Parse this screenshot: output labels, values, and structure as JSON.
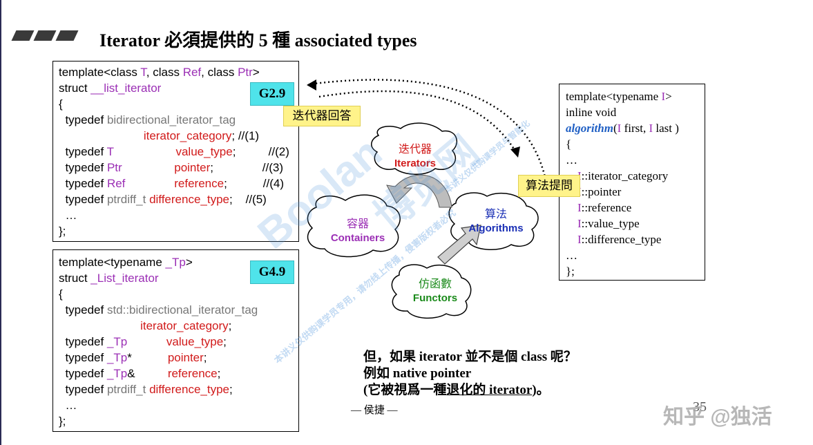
{
  "slide": {
    "title": "Iterator 必須提供的 5 種 associated types",
    "page_num": "35"
  },
  "box_g29": {
    "badge": "G2.9",
    "lines": [
      [
        [
          "k",
          "template<class "
        ],
        [
          "p",
          "T"
        ],
        [
          "k",
          ", class "
        ],
        [
          "p",
          "Ref"
        ],
        [
          "k",
          ", class "
        ],
        [
          "p",
          "Ptr"
        ],
        [
          "k",
          ">"
        ]
      ],
      [
        [
          "k",
          "struct "
        ],
        [
          "p",
          "__list_iterator"
        ]
      ],
      [
        [
          "k",
          "{"
        ]
      ],
      [
        [
          "k",
          "  typedef "
        ],
        [
          "g",
          "bidirectional_iterator_tag"
        ]
      ],
      [
        [
          "k",
          "                          "
        ],
        [
          "r",
          "iterator_category"
        ],
        [
          "k",
          "; //(1)"
        ]
      ],
      [
        [
          "k",
          "  typedef "
        ],
        [
          "p",
          "T"
        ],
        [
          "k",
          "                   "
        ],
        [
          "r",
          "value_type"
        ],
        [
          "k",
          ";          //(2)"
        ]
      ],
      [
        [
          "k",
          "  typedef "
        ],
        [
          "p",
          "Ptr"
        ],
        [
          "k",
          "                "
        ],
        [
          "r",
          "pointer"
        ],
        [
          "k",
          ";               //(3)"
        ]
      ],
      [
        [
          "k",
          "  typedef "
        ],
        [
          "p",
          "Ref"
        ],
        [
          "k",
          "               "
        ],
        [
          "r",
          "reference"
        ],
        [
          "k",
          ";           //(4)"
        ]
      ],
      [
        [
          "k",
          "  typedef "
        ],
        [
          "g",
          "ptrdiff_t"
        ],
        [
          "k",
          " "
        ],
        [
          "r",
          "difference_type"
        ],
        [
          "k",
          ";    //(5)"
        ]
      ],
      [
        [
          "k",
          "  …"
        ]
      ],
      [
        [
          "k",
          "};"
        ]
      ]
    ]
  },
  "box_g49": {
    "badge": "G4.9",
    "lines": [
      [
        [
          "k",
          "template<typename "
        ],
        [
          "p",
          "_Tp"
        ],
        [
          "k",
          ">"
        ]
      ],
      [
        [
          "k",
          "struct "
        ],
        [
          "p",
          "_List_iterator"
        ]
      ],
      [
        [
          "k",
          "{"
        ]
      ],
      [
        [
          "k",
          "  typedef "
        ],
        [
          "g",
          "std::bidirectional_iterator_tag"
        ]
      ],
      [
        [
          "k",
          "                         "
        ],
        [
          "r",
          "iterator_category"
        ],
        [
          "k",
          ";"
        ]
      ],
      [
        [
          "k",
          "  typedef "
        ],
        [
          "p",
          "_Tp"
        ],
        [
          "k",
          "            "
        ],
        [
          "r",
          "value_type"
        ],
        [
          "k",
          ";"
        ]
      ],
      [
        [
          "k",
          "  typedef "
        ],
        [
          "p",
          "_Tp"
        ],
        [
          "k",
          "*           "
        ],
        [
          "r",
          "pointer"
        ],
        [
          "k",
          ";"
        ]
      ],
      [
        [
          "k",
          "  typedef "
        ],
        [
          "p",
          "_Tp"
        ],
        [
          "k",
          "&          "
        ],
        [
          "r",
          "reference"
        ],
        [
          "k",
          ";"
        ]
      ],
      [
        [
          "k",
          "  typedef "
        ],
        [
          "g",
          "ptrdiff_t"
        ],
        [
          "k",
          " "
        ],
        [
          "r",
          "difference_type"
        ],
        [
          "k",
          ";"
        ]
      ],
      [
        [
          "k",
          "  …"
        ]
      ],
      [
        [
          "k",
          "};"
        ]
      ]
    ]
  },
  "box_algo": {
    "lines": [
      [
        [
          "c",
          "template<typename "
        ],
        [
          "p",
          "I"
        ],
        [
          "c",
          ">"
        ]
      ],
      [
        [
          "c",
          "inline void"
        ]
      ],
      [
        [
          "b",
          "algorithm"
        ],
        [
          "c",
          "("
        ],
        [
          "p",
          "I"
        ],
        [
          "c",
          " first, "
        ],
        [
          "p",
          "I"
        ],
        [
          "c",
          " last )"
        ]
      ],
      [
        [
          "c",
          "{"
        ]
      ],
      [
        [
          "c",
          "…"
        ]
      ],
      [
        [
          "c",
          "    "
        ],
        [
          "p",
          "I"
        ],
        [
          "c",
          "::iterator_category"
        ]
      ],
      [
        [
          "c",
          "    "
        ],
        [
          "p",
          "I"
        ],
        [
          "c",
          "::pointer"
        ]
      ],
      [
        [
          "c",
          "    "
        ],
        [
          "p",
          "I"
        ],
        [
          "c",
          "::reference"
        ]
      ],
      [
        [
          "c",
          "    "
        ],
        [
          "p",
          "I"
        ],
        [
          "c",
          "::value_type"
        ]
      ],
      [
        [
          "c",
          "    "
        ],
        [
          "p",
          "I"
        ],
        [
          "c",
          "::difference_type"
        ]
      ],
      [
        [
          "c",
          "…"
        ]
      ],
      [
        [
          "c",
          "};"
        ]
      ]
    ]
  },
  "notes": {
    "iter_answer": "迭代器回答",
    "algo_ask": "算法提問"
  },
  "clouds": {
    "iterators": {
      "cn": "迭代器",
      "en": "Iterators",
      "color": "#d11a1a"
    },
    "containers": {
      "cn": "容器",
      "en": "Containers",
      "color": "#9b2fb5"
    },
    "algorithms": {
      "cn": "算法",
      "en": "Algorithms",
      "color": "#1a2fb5"
    },
    "functors": {
      "cn": "仿函數",
      "en": "Functors",
      "color": "#1a8a1a"
    }
  },
  "bottom": {
    "line1": "但，如果 iterator 並不是個 class 呢？",
    "line2": "例如 native pointer",
    "line3_a": "(它被視爲一種",
    "line3_u": "退化的 iterator",
    "line3_b": ")。",
    "author": "— 侯捷 —"
  },
  "watermarks": {
    "boolan": "Boolan",
    "bolan_cn": "博览网",
    "notice1": "本讲义仅供购课学员专用，请勿线上传播，侵害版权者必究",
    "notice2": "本讲义仅供购课学员与智能化",
    "zhihu": "知乎 @独活"
  },
  "colors": {
    "accent_cyan": "#4fe3ea",
    "note_yellow": "#fff38a",
    "purple": "#9b2fb5",
    "red": "#d11a1a"
  }
}
